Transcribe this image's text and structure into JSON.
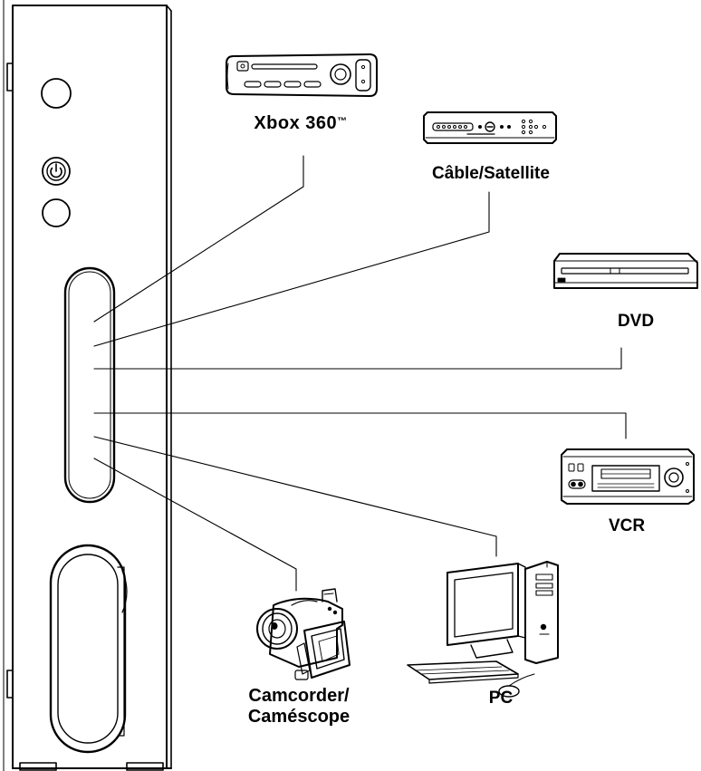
{
  "devices": {
    "xbox": {
      "label": "Xbox 360",
      "trademark": "™"
    },
    "cable": {
      "label": "Câble/Satellite"
    },
    "dvd": {
      "label": "DVD"
    },
    "vcr": {
      "label": "VCR"
    },
    "pc": {
      "label": "PC"
    },
    "camcorder": {
      "label_line1": "Camcorder/",
      "label_line2": "Caméscope"
    }
  }
}
